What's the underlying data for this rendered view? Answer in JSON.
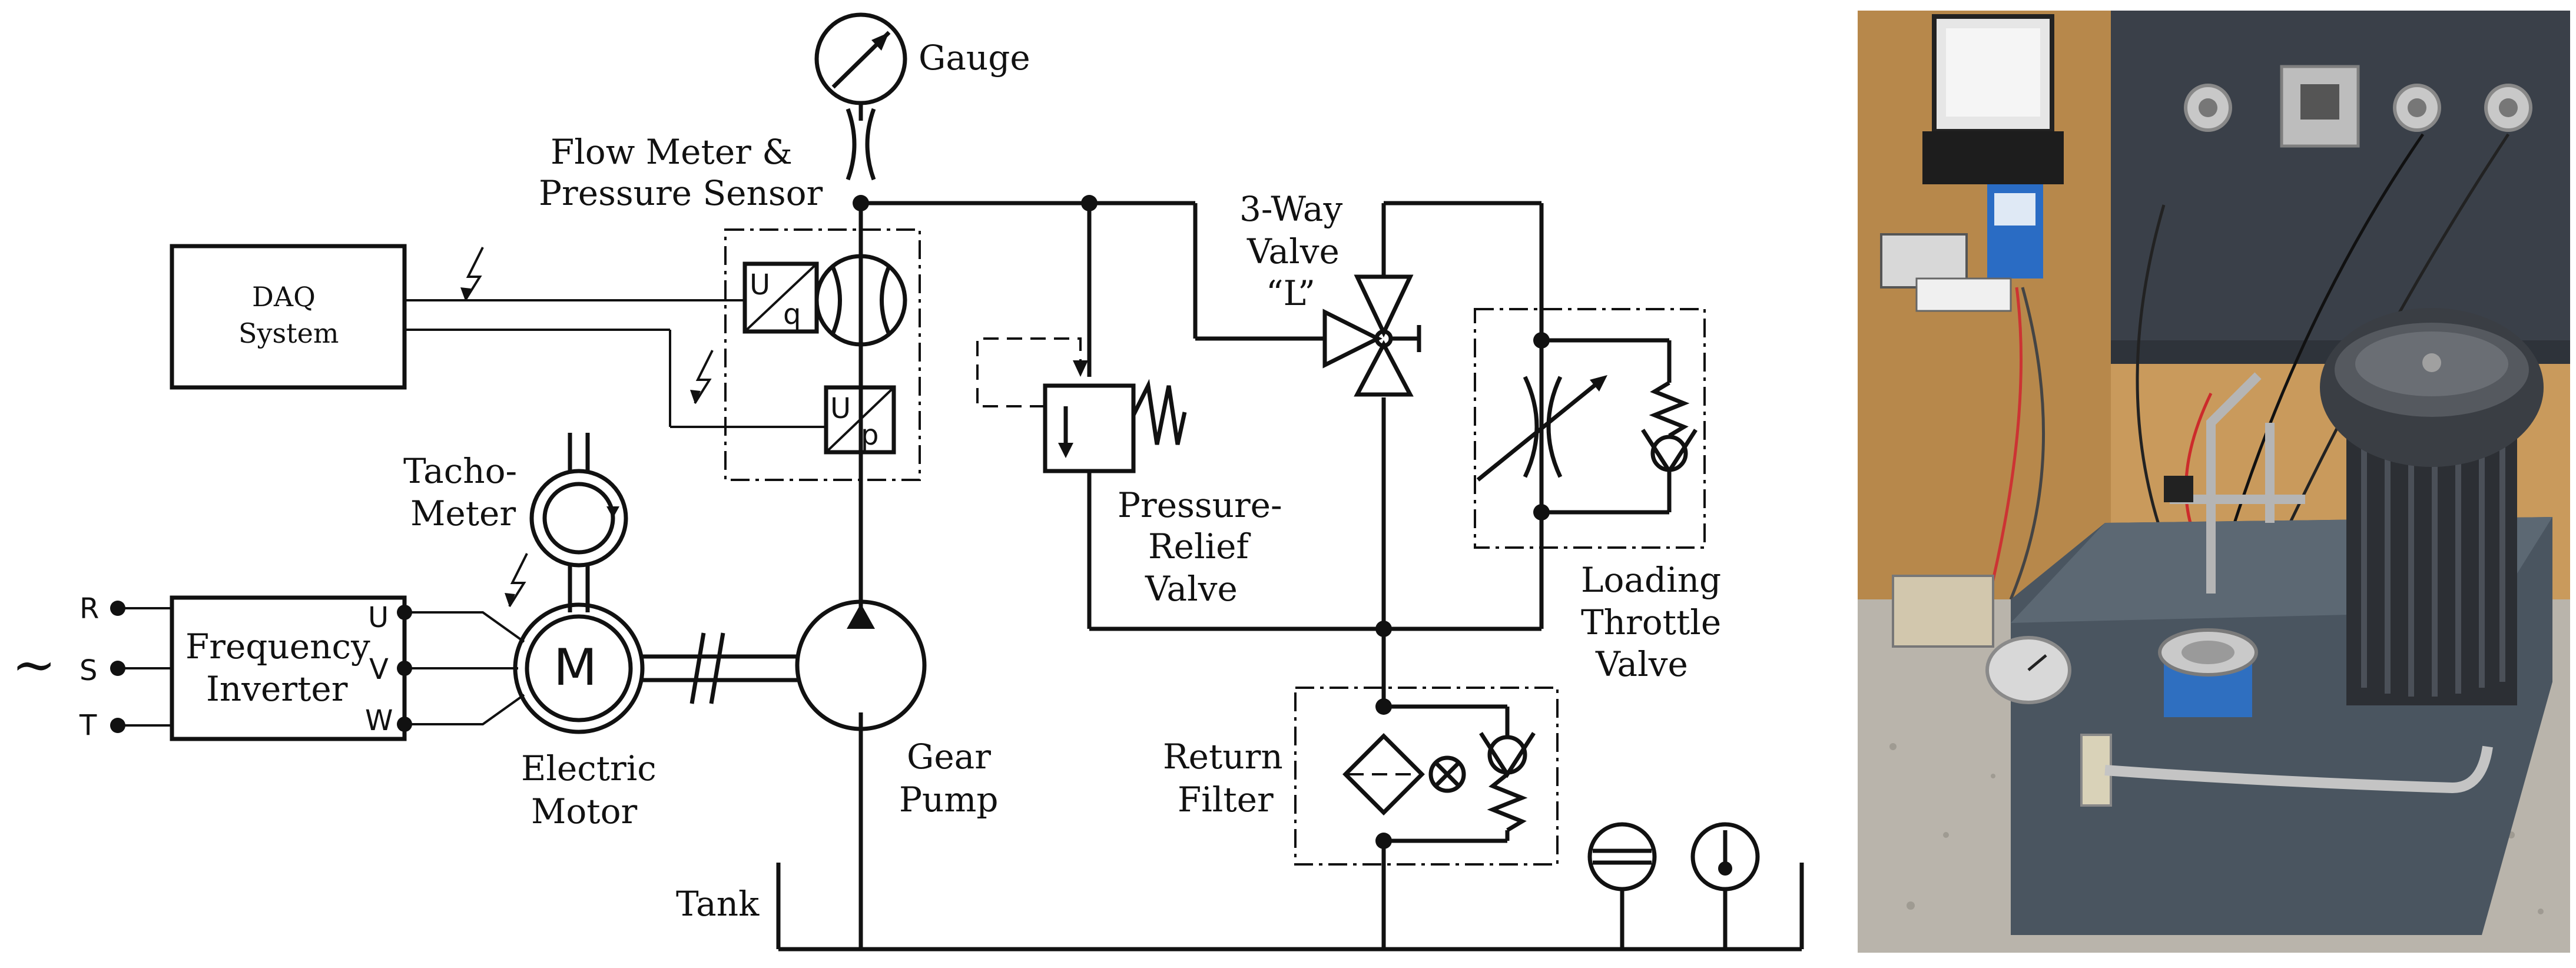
{
  "labels": {
    "gauge": "Gauge",
    "flow_meter_line1": "Flow Meter &",
    "flow_meter_line2": "Pressure Sensor",
    "daq_line1": "DAQ",
    "daq_line2": "System",
    "tacho_line1": "Tacho-",
    "tacho_line2": "Meter",
    "phase_r": "R",
    "phase_s": "S",
    "phase_t": "T",
    "tilde": "~",
    "inverter_line1": "Frequency",
    "inverter_line2": "Inverter",
    "out_u": "U",
    "out_v": "V",
    "out_w": "W",
    "motor_symbol": "M",
    "motor_line1": "Electric",
    "motor_line2": "Motor",
    "pump_line1": "Gear",
    "pump_line2": "Pump",
    "tank": "Tank",
    "relief_line1": "Pressure-",
    "relief_line2": "Relief",
    "relief_line3": "Valve",
    "threeway_line1": "3-Way",
    "threeway_line2": "Valve",
    "threeway_line3": "“L”",
    "throttle_line1": "Loading",
    "throttle_line2": "Throttle",
    "throttle_line3": "Valve",
    "filter_line1": "Return",
    "filter_line2": "Filter",
    "sensor_uq_u": "U",
    "sensor_uq_q": "q",
    "sensor_up_u": "U",
    "sensor_up_p": "p"
  },
  "colors": {
    "line": "#111111",
    "background": "#ffffff",
    "photo_wall": "#c99a5c",
    "photo_panel": "#3a4049",
    "photo_tank": "#4a5560",
    "photo_floor": "#b9b4ab",
    "photo_sensor_blue": "#2f6fc0"
  },
  "photo": {
    "description_visible": false
  }
}
